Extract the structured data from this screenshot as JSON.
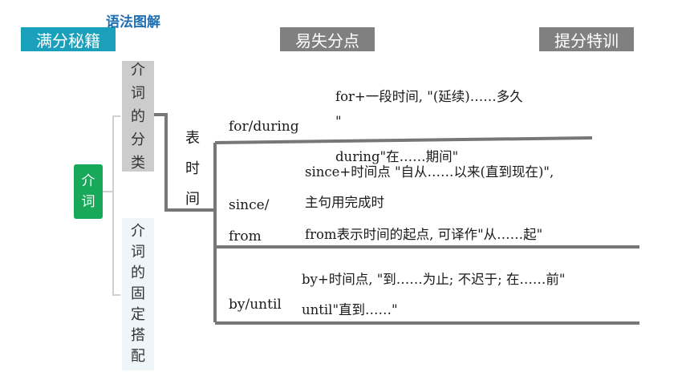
{
  "header": {
    "section_tab": "满分秘籍",
    "subtitle": "语法图解",
    "tab_easy": "易失分点",
    "tab_boost": "提分特训"
  },
  "tree": {
    "root": [
      "介",
      "词"
    ],
    "classification": [
      "介",
      "词",
      "的",
      "分",
      "类"
    ],
    "fixed_collocation": [
      "介",
      "词",
      "的",
      "固",
      "定",
      "搭",
      "配"
    ],
    "time_label": [
      "表",
      "时",
      "间"
    ],
    "groups": [
      {
        "label": "for/during",
        "lines": [
          "for+一段时间, \"(延续)……多久",
          "\"",
          "during\"在……期间\""
        ]
      },
      {
        "label_lines": [
          "since/",
          "from"
        ],
        "lines": [
          "since+时间点 \"自从……以来(直到现在)\",",
          "主句用完成时",
          "from表示时间的起点, 可译作\"从……起\""
        ]
      },
      {
        "label": "by/until",
        "lines": [
          "by+时间点, \"到……为止; 不迟于; 在……前\"",
          "until\"直到……\""
        ]
      }
    ]
  }
}
